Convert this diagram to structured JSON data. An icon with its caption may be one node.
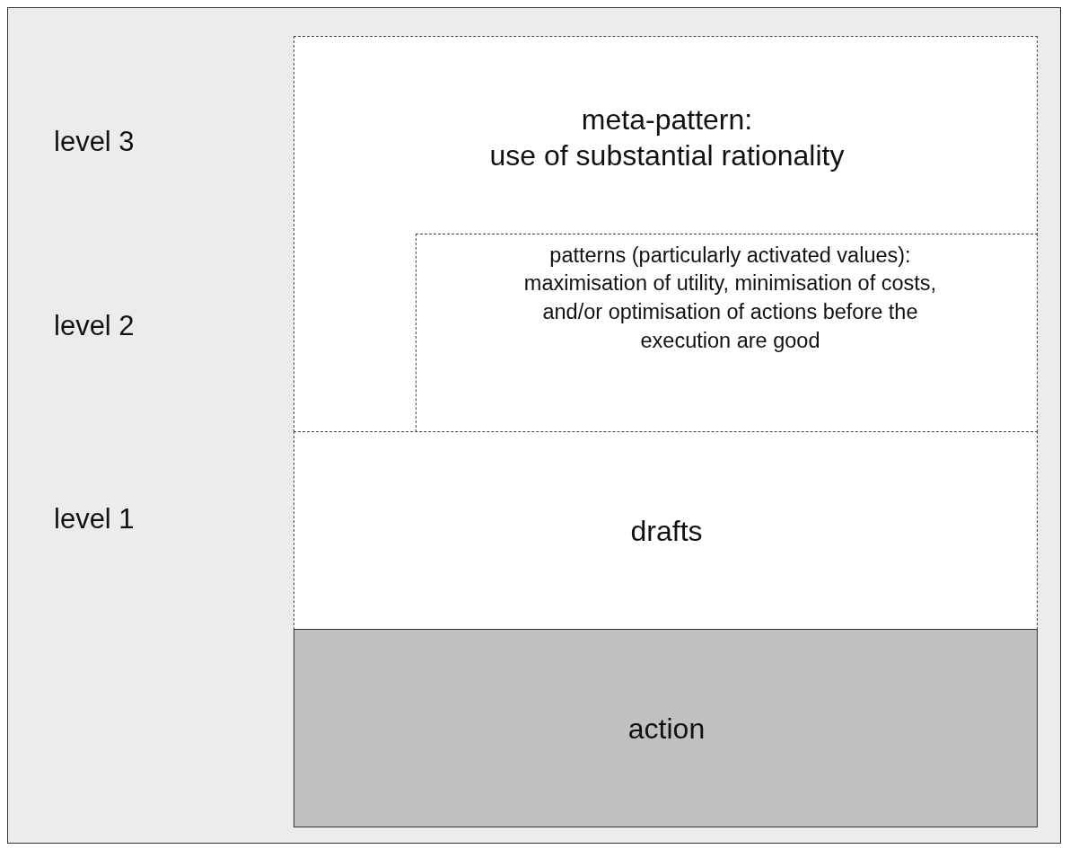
{
  "diagram": {
    "nodes": [
      {
        "text": [
          "meta-pattern:",
          "use of substantial rationality"
        ]
      },
      {
        "text": [
          "patterns (particularly activated values): maximisation of utility, minimisation of costs, and/or optimisation of actions before the execution are good"
        ],
        "in": 0
      },
      {
        "text": [
          "drafts"
        ]
      },
      {
        "text": [
          "action"
        ]
      }
    ],
    "labels": [
      "level 3",
      "level 2",
      "level 1"
    ]
  }
}
